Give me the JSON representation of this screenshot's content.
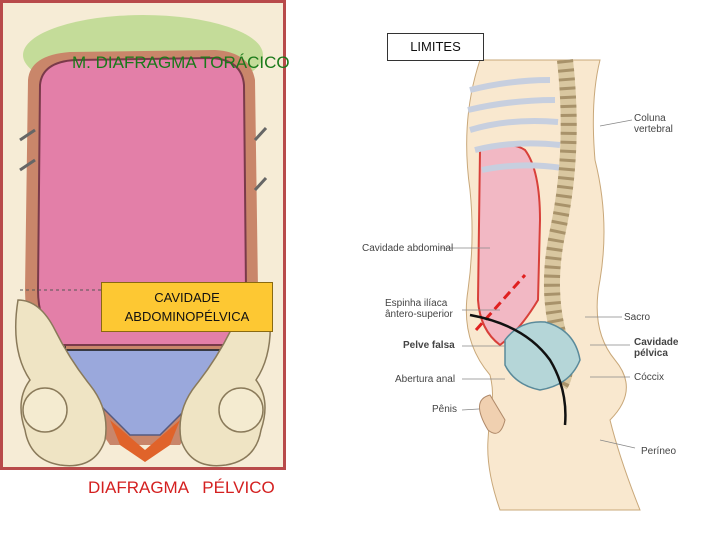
{
  "left": {
    "title": "M. DIAFRAGMA TORÁCICO",
    "cavity_label_line1": "CAVIDADE",
    "cavity_label_line2": "ABDOMINOPÉLVICA",
    "bottom_title": "DIAFRAGMA   PÉLVICO"
  },
  "right": {
    "title": "LIMITES",
    "labels": {
      "coluna_1": "Coluna",
      "coluna_2": "vertebral",
      "cavidade_abdominal": "Cavidade abdominal",
      "espinha_1": "Espinha ilíaca",
      "espinha_2": "ântero-superior",
      "sacro": "Sacro",
      "pelve_falsa": "Pelve falsa",
      "cavidade_pelvica_1": "Cavidade",
      "cavidade_pelvica_2": "pélvica",
      "abertura_anal": "Abertura anal",
      "coccix": "Cóccix",
      "penis": "Pênis",
      "perineo": "Períneo"
    }
  },
  "colors": {
    "frame": "#b84a4a",
    "cavity_pink": "#e37fa8",
    "pelvic_blue": "#9aa8dc",
    "label_box": "#fdc833",
    "title_green": "#1a7a1a",
    "title_red": "#d42020",
    "limit_dash": "#e02020"
  }
}
